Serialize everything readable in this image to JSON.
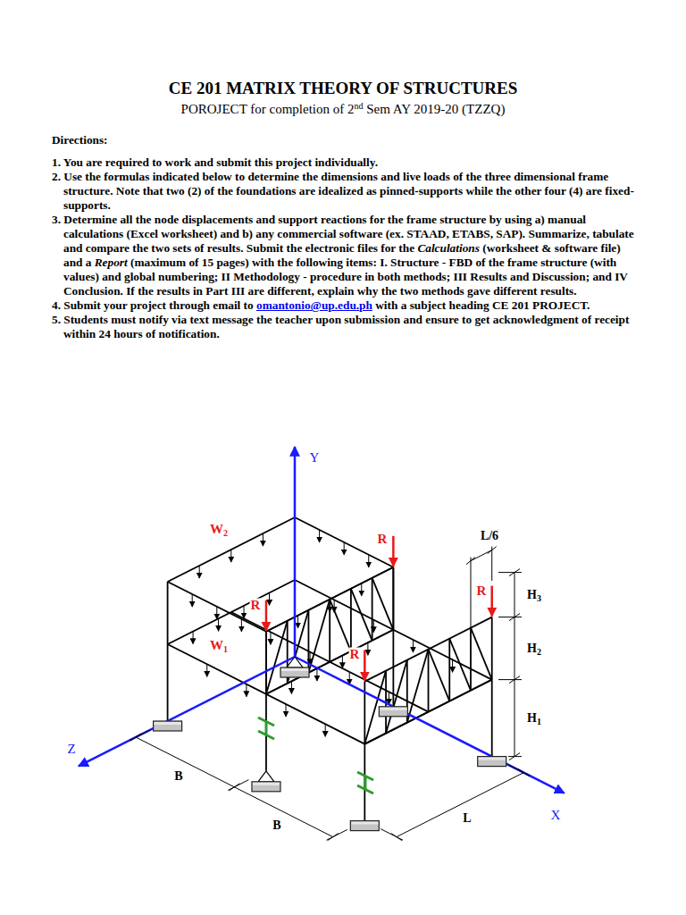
{
  "diagram": {
    "title": "CE 201 MATRIX THEORY OF STRUCTURES",
    "labels": [
      "POROJECT for completion of 2",
      "nd",
      "Sem AY 2019-20 (TZZQ)",
      "Directions:",
      "1. You are required to work and submit this project individually.",
      "2. Use the formulas indicated below to determine the dimensions and live loads of the three dimensional frame structure. Note that two (2) of the foundations are idealized as pinned-supports while the other four (4) are fixed-supports.",
      "3. Determine all the node displacements and support reactions for the frame structure by using a) manual calculations (Excel worksheet) and b) any commercial software (ex. STAAD, ETABS, SAP). Summarize, tabulate and compare the two sets of results. Submit the electronic files for the",
      "Calculations",
      "(worksheet & software file) and a",
      "Report",
      "(maximum of 15 pages) with the following items: I. Structure - FBD of the frame structure (with values) and global numbering; II Methodology - procedure in both methods; III Results and Discussion; and IV Conclusion. If the results in Part III are different, explain why the two methods gave different results.",
      "4. Submit your project through email to",
      "omantonio@up.edu.ph",
      "with a subject heading CE 201 PROJECT.",
      "5. Students must notify via text message the teacher upon submission and ensure to get acknowledgment of receipt within 24 hours of notification.",
      "Y",
      "W2",
      "R",
      "L/6",
      "H3",
      "R",
      "R",
      "H2",
      "W1",
      "R",
      "H1",
      "Z",
      "X",
      "B",
      "B",
      "L"
    ]
  }
}
